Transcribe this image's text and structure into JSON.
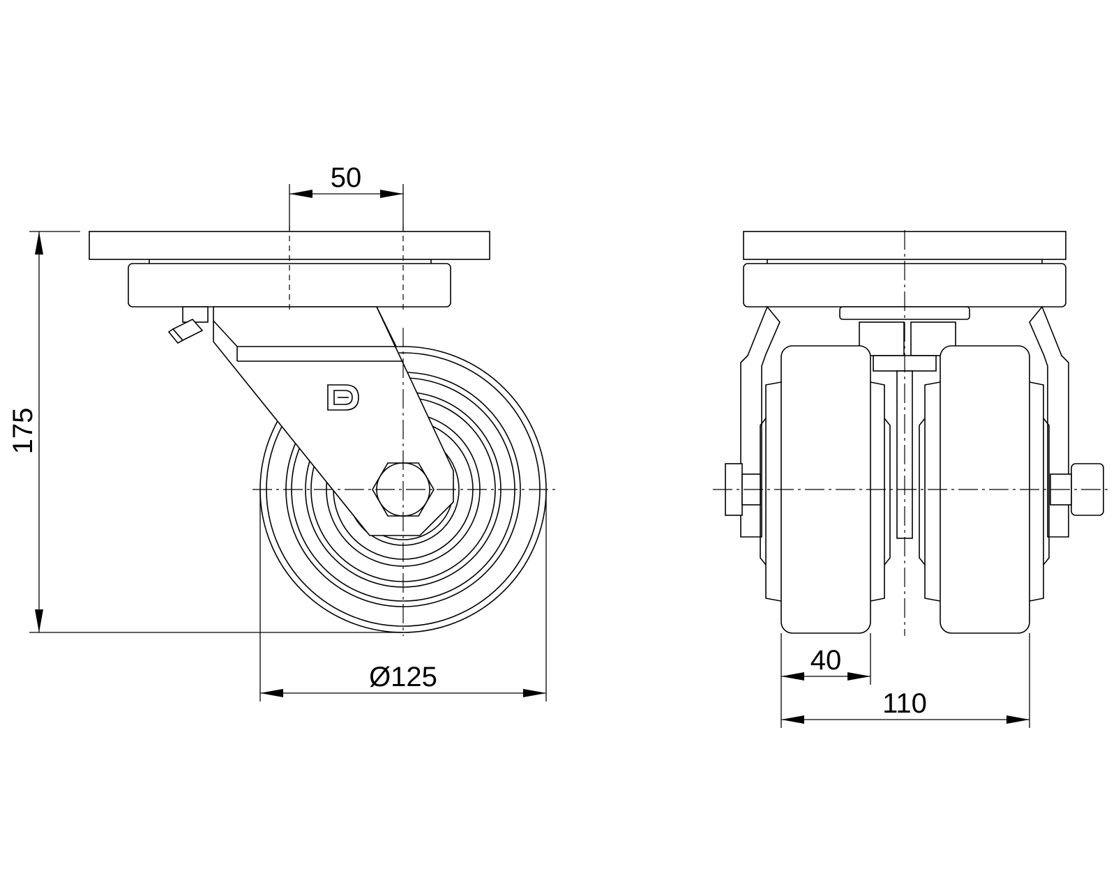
{
  "drawing": {
    "dimensions": {
      "offset_label": "50",
      "height_label": "175",
      "wheel_diameter_label": "Ø125",
      "wheel_width_label": "40",
      "overall_width_label": "110"
    }
  },
  "icons": {
    "logo": "D-mark-logo"
  }
}
